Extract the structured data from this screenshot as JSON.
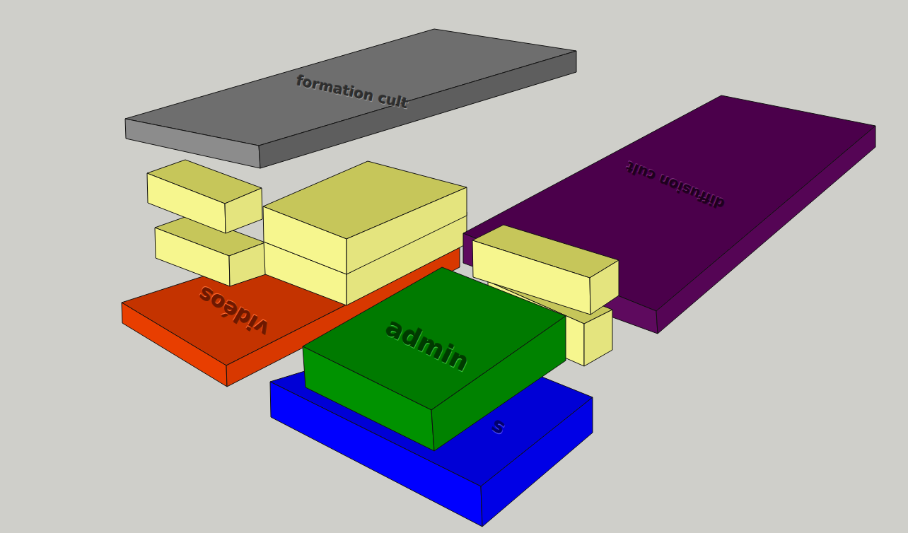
{
  "diagram": {
    "nodes": [
      {
        "text": [
          "formation cult"
        ]
      },
      {
        "text": [
          "diffusion cult"
        ]
      },
      {
        "text": [
          "vidéos"
        ]
      },
      {
        "text": [
          "s"
        ]
      },
      {
        "text": [
          "admin"
        ]
      }
    ]
  }
}
